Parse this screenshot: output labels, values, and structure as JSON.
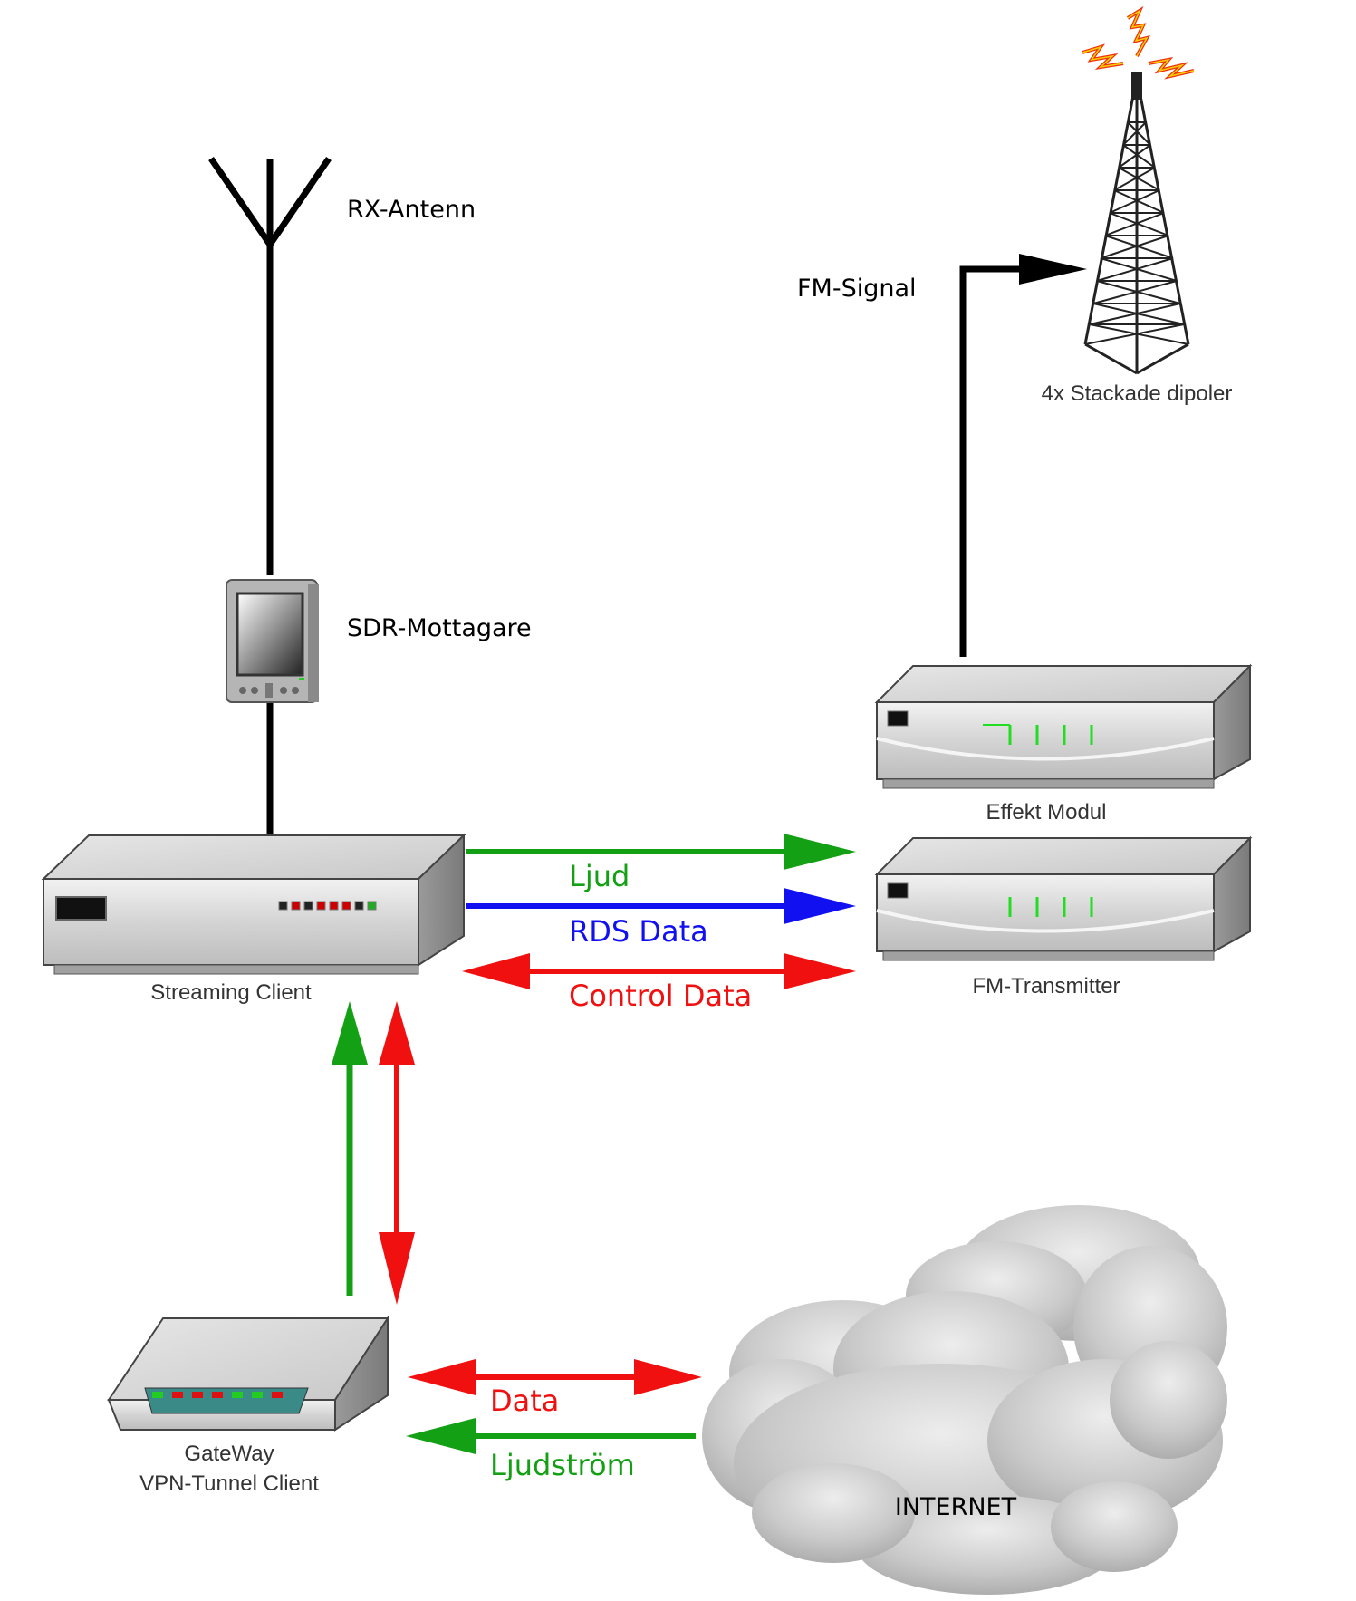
{
  "labels": {
    "rx_antenna": "RX-Antenn",
    "sdr_receiver": "SDR-Mottagare",
    "streaming_client": "Streaming Client",
    "effect_module": "Effekt Modul",
    "fm_transmitter": "FM-Transmitter",
    "stacked_dipoles": "4x Stackade dipoler",
    "fm_signal": "FM-Signal",
    "gateway_line1": "GateWay",
    "gateway_line2": "VPN-Tunnel Client",
    "internet": "INTERNET"
  },
  "flows": {
    "ljud": "Ljud",
    "rds_data": "RDS Data",
    "control_data": "Control Data",
    "data": "Data",
    "ljudstrom": "Ljudström"
  },
  "colors": {
    "green": "#14a014",
    "blue": "#1010f0",
    "red": "#f01010",
    "black": "#000000"
  }
}
